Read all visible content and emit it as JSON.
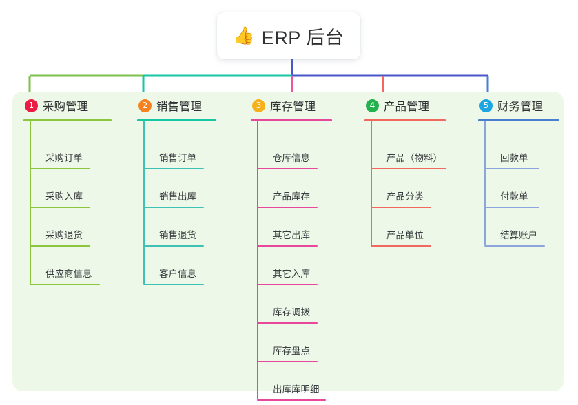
{
  "root": {
    "icon": "thumbs-up-icon",
    "emoji": "👍",
    "title": "ERP 后台"
  },
  "palette": {
    "panel_bg": "#eef8e9",
    "page_bg": "#ffffff",
    "text": "#2f3133",
    "leaf_text": "#3a3d40",
    "connector_green": "#7cc24c",
    "connector_teal": "#16c6a4",
    "connector_blue": "#4a57c8",
    "drop_green": "#7cc24c",
    "drop_teal": "#16c6a4",
    "drop_pink": "#f0569b",
    "drop_coral": "#f2685f",
    "drop_blue": "#4a7fd0",
    "root_stem": "#4a57c8"
  },
  "columns": [
    {
      "number": "1",
      "title": "采购管理",
      "badge_color": "#ec1c45",
      "rule_color": "#8cc63f",
      "line_color": "#8cc63f",
      "rule_width": 128,
      "items": [
        {
          "label": "采购订单",
          "rule_width": 88
        },
        {
          "label": "采购入库",
          "rule_width": 88
        },
        {
          "label": "采购退货",
          "rule_width": 88
        },
        {
          "label": "供应商信息",
          "rule_width": 102
        }
      ]
    },
    {
      "number": "2",
      "title": "销售管理",
      "badge_color": "#f5821f",
      "rule_color": "#16c6a4",
      "line_color": "#3fc2b6",
      "rule_width": 115,
      "items": [
        {
          "label": "销售订单",
          "rule_width": 88
        },
        {
          "label": "销售出库",
          "rule_width": 88
        },
        {
          "label": "销售退货",
          "rule_width": 88
        },
        {
          "label": "客户信息",
          "rule_width": 88
        }
      ]
    },
    {
      "number": "3",
      "title": "库存管理",
      "badge_color": "#f5b01a",
      "rule_color": "#e8489b",
      "line_color": "#e8489b",
      "rule_width": 118,
      "items": [
        {
          "label": "仓库信息",
          "rule_width": 88
        },
        {
          "label": "产品库存",
          "rule_width": 88
        },
        {
          "label": "其它出库",
          "rule_width": 88
        },
        {
          "label": "其它入库",
          "rule_width": 88
        },
        {
          "label": "库存调拨",
          "rule_width": 88
        },
        {
          "label": "库存盘点",
          "rule_width": 88
        },
        {
          "label": "出库库明细",
          "rule_width": 100
        }
      ]
    },
    {
      "number": "4",
      "title": "产品管理",
      "badge_color": "#22b14c",
      "rule_color": "#f2685f",
      "line_color": "#f2685f",
      "rule_width": 118,
      "items": [
        {
          "label": "产品（物料）",
          "rule_width": 110
        },
        {
          "label": "产品分类",
          "rule_width": 88
        },
        {
          "label": "产品单位",
          "rule_width": 88
        }
      ]
    },
    {
      "number": "5",
      "title": "财务管理",
      "badge_color": "#1ca5e0",
      "rule_color": "#4a7fd0",
      "line_color": "#8ca6dd",
      "rule_width": 118,
      "items": [
        {
          "label": "回款单",
          "rule_width": 80
        },
        {
          "label": "付款单",
          "rule_width": 80
        },
        {
          "label": "结算账户",
          "rule_width": 88
        }
      ]
    }
  ]
}
